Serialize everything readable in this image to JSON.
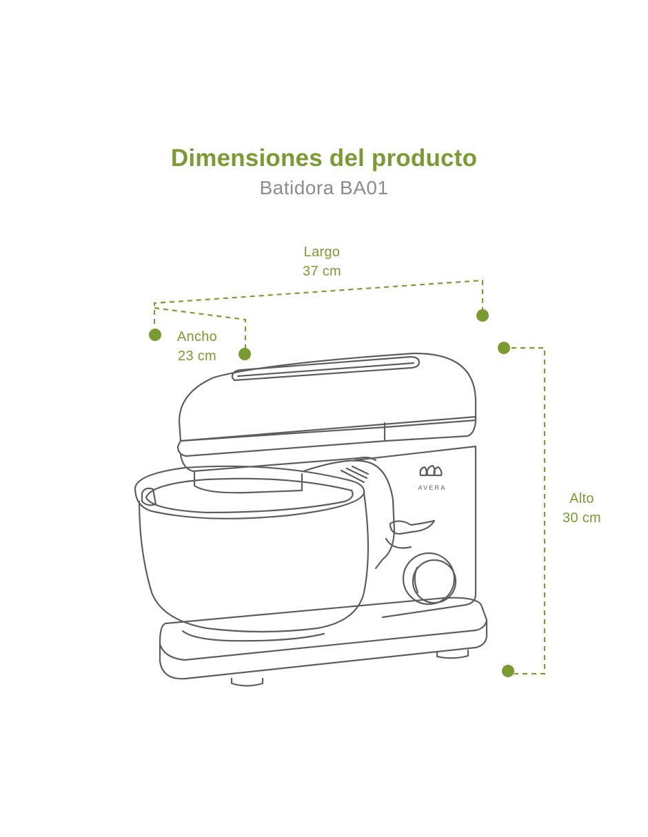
{
  "header": {
    "title": "Dimensiones del producto",
    "subtitle": "Batidora BA01"
  },
  "dimensions": {
    "largo": {
      "label": "Largo",
      "value": "37 cm"
    },
    "ancho": {
      "label": "Ancho",
      "value": "23 cm"
    },
    "alto": {
      "label": "Alto",
      "value": "30 cm"
    }
  },
  "product": {
    "brand_logo_text": "AVERA"
  },
  "colors": {
    "accent_green": "#7a9a32",
    "subtitle_gray": "#8c8c8c",
    "outline_gray": "#5d5d5d"
  }
}
